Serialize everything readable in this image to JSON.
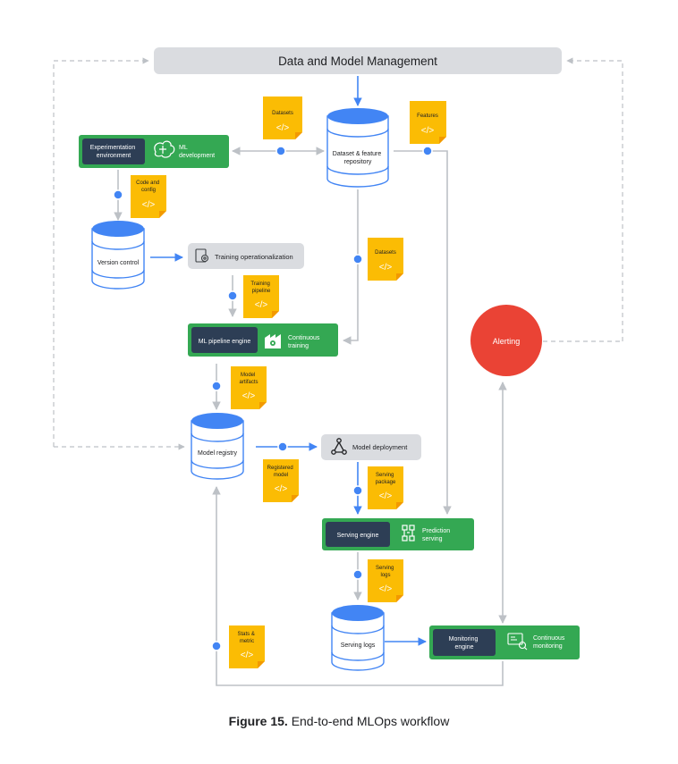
{
  "header": {
    "title": "Data and Model Management"
  },
  "nodes": {
    "experimentation_env": "Experimentation environment",
    "ml_development": "ML development",
    "dataset_repo": "Dataset & feature repository",
    "version_control": "Version control",
    "training_operationalization": "Training operationalization",
    "ml_pipeline_engine": "ML pipeline engine",
    "continuous_training": "Continuous training",
    "alerting": "Alerting",
    "model_registry": "Model registry",
    "model_deployment": "Model deployment",
    "serving_engine": "Serving engine",
    "prediction_serving": "Prediction serving",
    "serving_logs_db": "Serving logs",
    "monitoring_engine": "Monitoring engine",
    "continuous_monitoring": "Continuous monitoring"
  },
  "artifacts": {
    "datasets_top": "Datasets",
    "features": "Features",
    "code_config": "Code and config",
    "datasets_mid": "Datasets",
    "training_pipeline": "Training pipeline",
    "model_artifacts": "Model artifacts",
    "registered_model": "Registered model",
    "serving_package": "Serving package",
    "serving_logs": "Serving logs",
    "stats_metric": "Stats & metric",
    "code_glyph": "</>"
  },
  "caption": {
    "figure": "Figure 15.",
    "text": "End-to-end MLOps workflow"
  },
  "colors": {
    "green": "#34A853",
    "navy": "#2D3E55",
    "blue": "#4285F4",
    "gray": "#DADCE0",
    "yellow": "#FBBC04",
    "red": "#EA4335"
  },
  "icons": [
    "brain-icon",
    "version-control-icon",
    "gear-doc-icon",
    "factory-icon",
    "deployment-icon",
    "serving-icon",
    "monitoring-icon"
  ]
}
